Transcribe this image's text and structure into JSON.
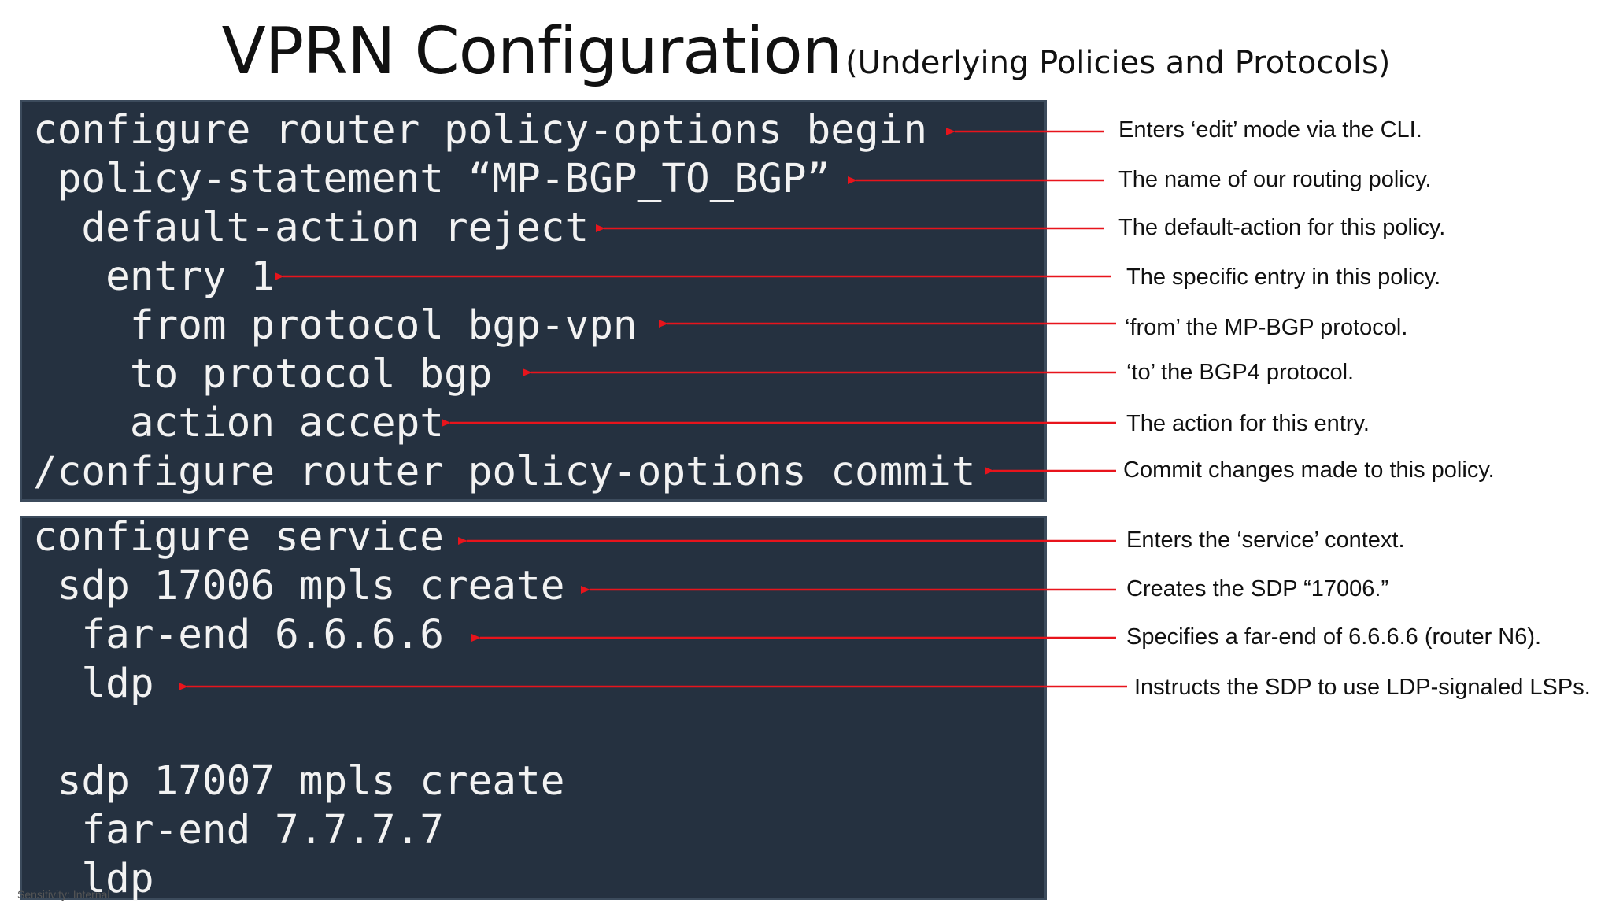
{
  "title": {
    "main": "VPRN Configuration",
    "subtitle": "(Underlying Policies and Protocols)"
  },
  "colors": {
    "panel_background": "#253140",
    "code_text": "#f2f2f2",
    "arrow": "#e8141c",
    "note_text": "#111111"
  },
  "policy_block": {
    "lines": [
      "configure router policy-options begin",
      " policy-statement “MP-BGP_TO_BGP”",
      "  default-action reject",
      "   entry 1",
      "    from protocol bgp-vpn",
      "    to protocol bgp",
      "    action accept",
      "/configure router policy-options commit"
    ],
    "notes": [
      "Enters ‘edit’ mode via the CLI.",
      "The name of our routing policy.",
      "The default-action for this policy.",
      "The specific entry in this policy.",
      "‘from’ the MP-BGP protocol.",
      "‘to’ the BGP4 protocol.",
      "The action for this entry.",
      "Commit changes made to this policy."
    ]
  },
  "service_block": {
    "lines": [
      "configure service",
      " sdp 17006 mpls create",
      "  far-end 6.6.6.6",
      "  ldp",
      "",
      " sdp 17007 mpls create",
      "  far-end 7.7.7.7",
      "  ldp"
    ],
    "notes": [
      "Enters the ‘service’ context.",
      "Creates the SDP “17006.”",
      "Specifies a far-end of 6.6.6.6 (router N6).",
      "Instructs the SDP to use LDP-signaled LSPs."
    ]
  },
  "footer": "Sensitivity: Internal"
}
